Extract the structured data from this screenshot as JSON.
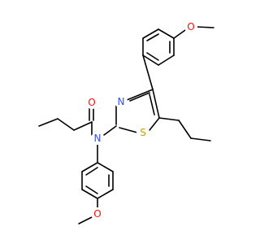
{
  "molecule": {
    "atoms": {
      "o_top": {
        "symbol": "O",
        "color": "#ff0d0d"
      },
      "n_ring": {
        "symbol": "N",
        "color": "#3050f8"
      },
      "s_ring": {
        "symbol": "S",
        "color": "#c8a000"
      },
      "n_amide": {
        "symbol": "N",
        "color": "#3050f8"
      },
      "o_amide": {
        "symbol": "O",
        "color": "#ff0d0d"
      },
      "o_bottom": {
        "symbol": "O",
        "color": "#ff0d0d"
      }
    },
    "bond_color": "#000000",
    "background": "#ffffff"
  }
}
